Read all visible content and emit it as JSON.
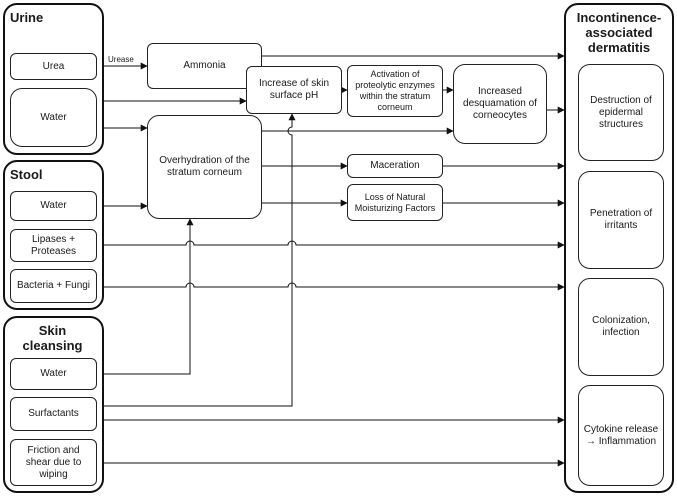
{
  "groups": {
    "urine": {
      "title": "Urine",
      "items": [
        "Urea",
        "Water"
      ]
    },
    "stool": {
      "title": "Stool",
      "items": [
        "Water",
        "Lipases + Proteases",
        "Bacteria + Fungi"
      ]
    },
    "skin_cleansing": {
      "title": "Skin cleansing",
      "items": [
        "Water",
        "Surfactants",
        "Friction and shear due to wiping"
      ]
    },
    "iad": {
      "title": "Incontinence-associated dermatitis",
      "items": [
        "Destruction of epidermal structures",
        "Penetration of irritants",
        "Colonization, infection",
        "Cytokine release → Inflammation"
      ]
    }
  },
  "nodes": {
    "ammonia": "Ammonia",
    "ph": "Increase of skin surface pH",
    "enzymes": "Activation of proteolytic enzymes within the stratum corneum",
    "desquamation": "Increased desquamation of corneocytes",
    "overhydration": "Overhydration of the stratum corneum",
    "maceration": "Maceration",
    "nmf": "Loss of Natural Moisturizing Factors"
  },
  "edge_labels": {
    "urease": "Urease"
  }
}
